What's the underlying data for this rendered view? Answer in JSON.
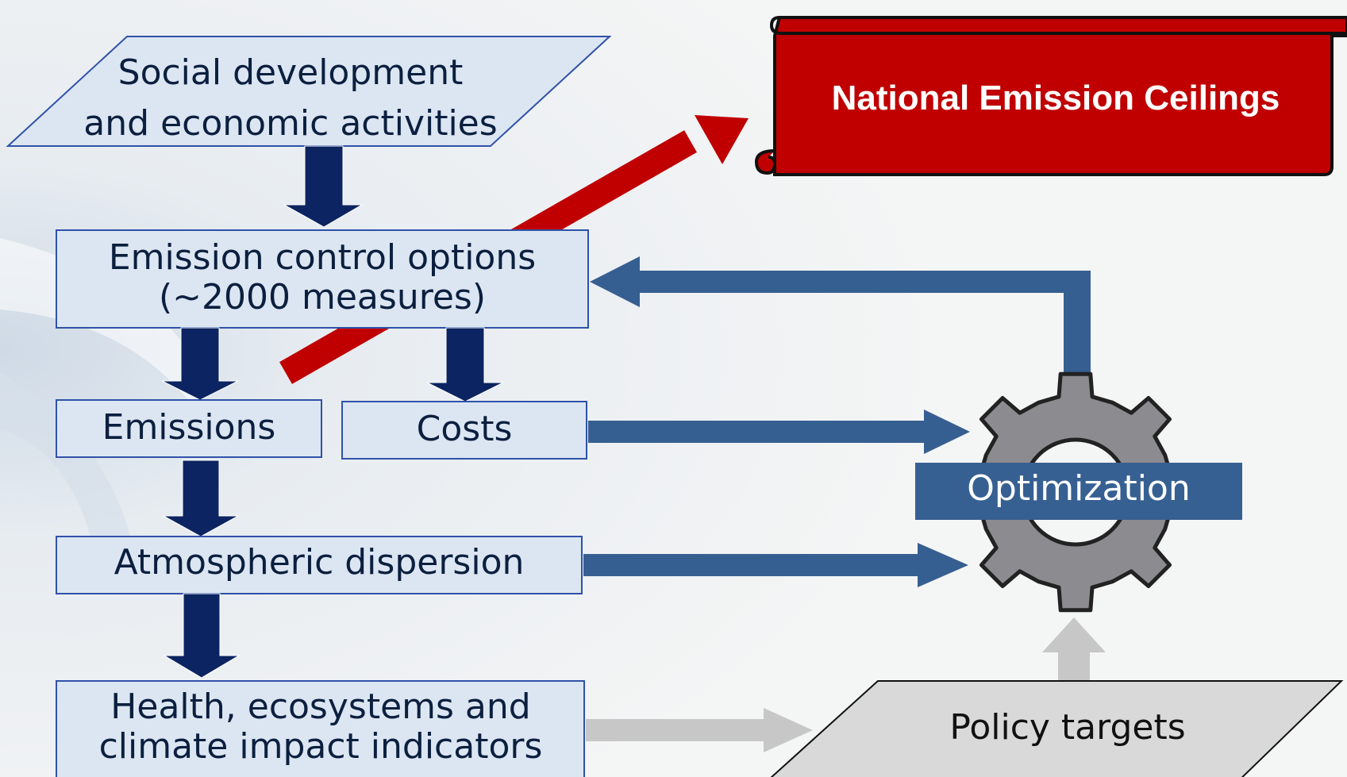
{
  "nodes": {
    "social": {
      "line1": "Social development",
      "line2": "and economic activities"
    },
    "control": {
      "line1": "Emission control options",
      "line2": "(~2000 measures)"
    },
    "emissions": {
      "label": "Emissions"
    },
    "costs": {
      "label": "Costs"
    },
    "dispersion": {
      "label": "Atmospheric dispersion"
    },
    "impacts": {
      "line1": "Health, ecosystems and",
      "line2": "climate impact indicators"
    },
    "neg": {
      "label": "National Emission Ceilings"
    },
    "optimization": {
      "label": "Optimization"
    },
    "policy": {
      "label": "Policy targets"
    }
  },
  "colors": {
    "box_fill": "#dce6f2",
    "box_stroke": "#2f52a8",
    "down_arrow": "#0c2461",
    "flow_arrow": "#365f91",
    "grey_arrow": "#c7c7c7",
    "red": "#c00000",
    "gear": "#8c8b8f",
    "optimization_band": "#376092",
    "policy_fill": "#d9d9d9"
  }
}
